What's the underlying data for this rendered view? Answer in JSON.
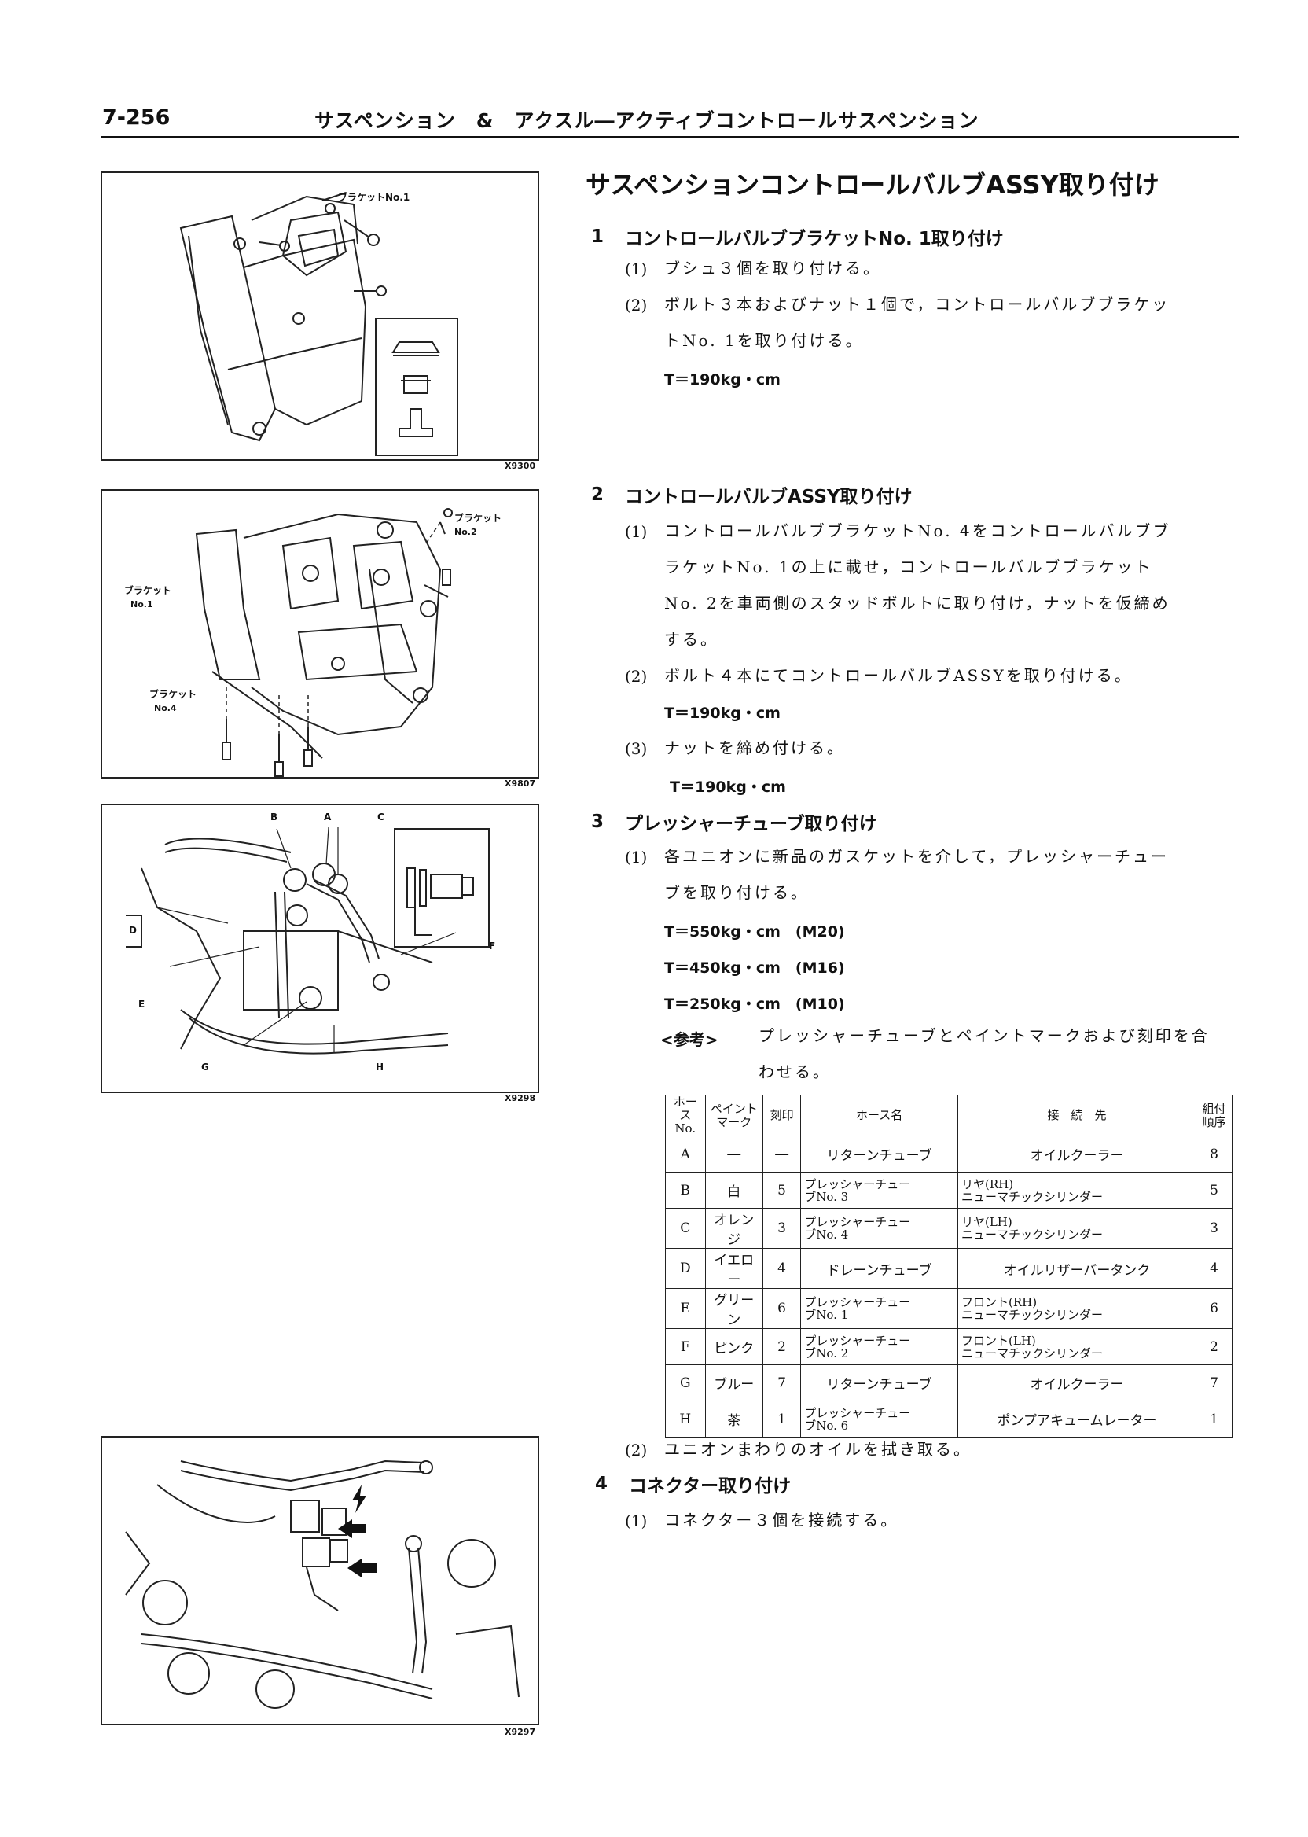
{
  "header": {
    "page_number": "7-256",
    "section_title": "サスペンション　&　アクスル―アクティブコントロールサスペンション"
  },
  "figures": [
    {
      "code": "X9300",
      "labels": [
        "ブラケットNo.1"
      ]
    },
    {
      "code": "X9807",
      "labels": [
        "ブラケット",
        "No.2",
        "ブラケット",
        "No.1",
        "ブラケット",
        "No.4"
      ]
    },
    {
      "code": "X9298",
      "labels": [
        "A",
        "B",
        "C",
        "D",
        "E",
        "F",
        "G",
        "H"
      ]
    },
    {
      "code": "X9297",
      "labels": []
    }
  ],
  "main": {
    "title": "サスペンションコントロールバルブASSY取り付け",
    "steps": [
      {
        "num": "1",
        "title": "コントロールバルブブラケットNo. 1取り付け",
        "items": [
          {
            "num": "(1)",
            "lines": [
              "ブシュ３個を取り付ける。"
            ]
          },
          {
            "num": "(2)",
            "lines": [
              "ボルト３本およびナット１個で，コントロールバルブブラケッ",
              "トNo. 1を取り付ける。"
            ]
          }
        ],
        "torque": "T＝190kg・cm"
      },
      {
        "num": "2",
        "title": "コントロールバルブASSY取り付け",
        "items": [
          {
            "num": "(1)",
            "lines": [
              "コントロールバルブブラケットNo. 4をコントロールバルブブ",
              "ラケットNo. 1の上に載せ，コントロールバルブブラケット",
              "No. 2を車両側のスタッドボルトに取り付け，ナットを仮締め",
              "する。"
            ]
          },
          {
            "num": "(2)",
            "lines": [
              "ボルト４本にてコントロールバルブASSYを取り付ける。"
            ],
            "torque": "T＝190kg・cm"
          },
          {
            "num": "(3)",
            "lines": [
              "ナットを締め付ける。"
            ],
            "torque": "T＝190kg・cm"
          }
        ]
      },
      {
        "num": "3",
        "title": "プレッシャーチューブ取り付け",
        "items": [
          {
            "num": "(1)",
            "lines": [
              "各ユニオンに新品のガスケットを介して，プレッシャーチュー",
              "ブを取り付ける。"
            ]
          }
        ],
        "torques": [
          "T＝550kg・cm　(M20)",
          "T＝450kg・cm　(M16)",
          "T＝250kg・cm　(M10)"
        ],
        "note_label": "<参考>",
        "note_lines": [
          "プレッシャーチューブとペイントマークおよび刻印を合",
          "わせる。"
        ],
        "after": {
          "num": "(2)",
          "text": "ユニオンまわりのオイルを拭き取る。"
        }
      },
      {
        "num": "4",
        "title": "コネクター取り付け",
        "items": [
          {
            "num": "(1)",
            "lines": [
              "コネクター３個を接続する。"
            ]
          }
        ]
      }
    ]
  },
  "table": {
    "headers": [
      "ホー\nスNo.",
      "ペイント\nマーク",
      "刻印",
      "ホース名",
      "接　続　先",
      "組付\n順序"
    ],
    "rows": [
      [
        "A",
        "―",
        "―",
        "リターンチューブ",
        "オイルクーラー",
        "8"
      ],
      [
        "B",
        "白",
        "5",
        "プレッシャーチュー\nブNo. 3",
        "リヤ(RH)\nニューマチックシリンダー",
        "5"
      ],
      [
        "C",
        "オレンジ",
        "3",
        "プレッシャーチュー\nブNo. 4",
        "リヤ(LH)\nニューマチックシリンダー",
        "3"
      ],
      [
        "D",
        "イエロー",
        "4",
        "ドレーンチューブ",
        "オイルリザーバータンク",
        "4"
      ],
      [
        "E",
        "グリーン",
        "6",
        "プレッシャーチュー\nブNo. 1",
        "フロント(RH)\nニューマチックシリンダー",
        "6"
      ],
      [
        "F",
        "ピンク",
        "2",
        "プレッシャーチュー\nブNo. 2",
        "フロント(LH)\nニューマチックシリンダー",
        "2"
      ],
      [
        "G",
        "ブルー",
        "7",
        "リターンチューブ",
        "オイルクーラー",
        "7"
      ],
      [
        "H",
        "茶",
        "1",
        "プレッシャーチュー\nブNo. 6",
        "ポンプアキュームレーター",
        "1"
      ]
    ]
  }
}
